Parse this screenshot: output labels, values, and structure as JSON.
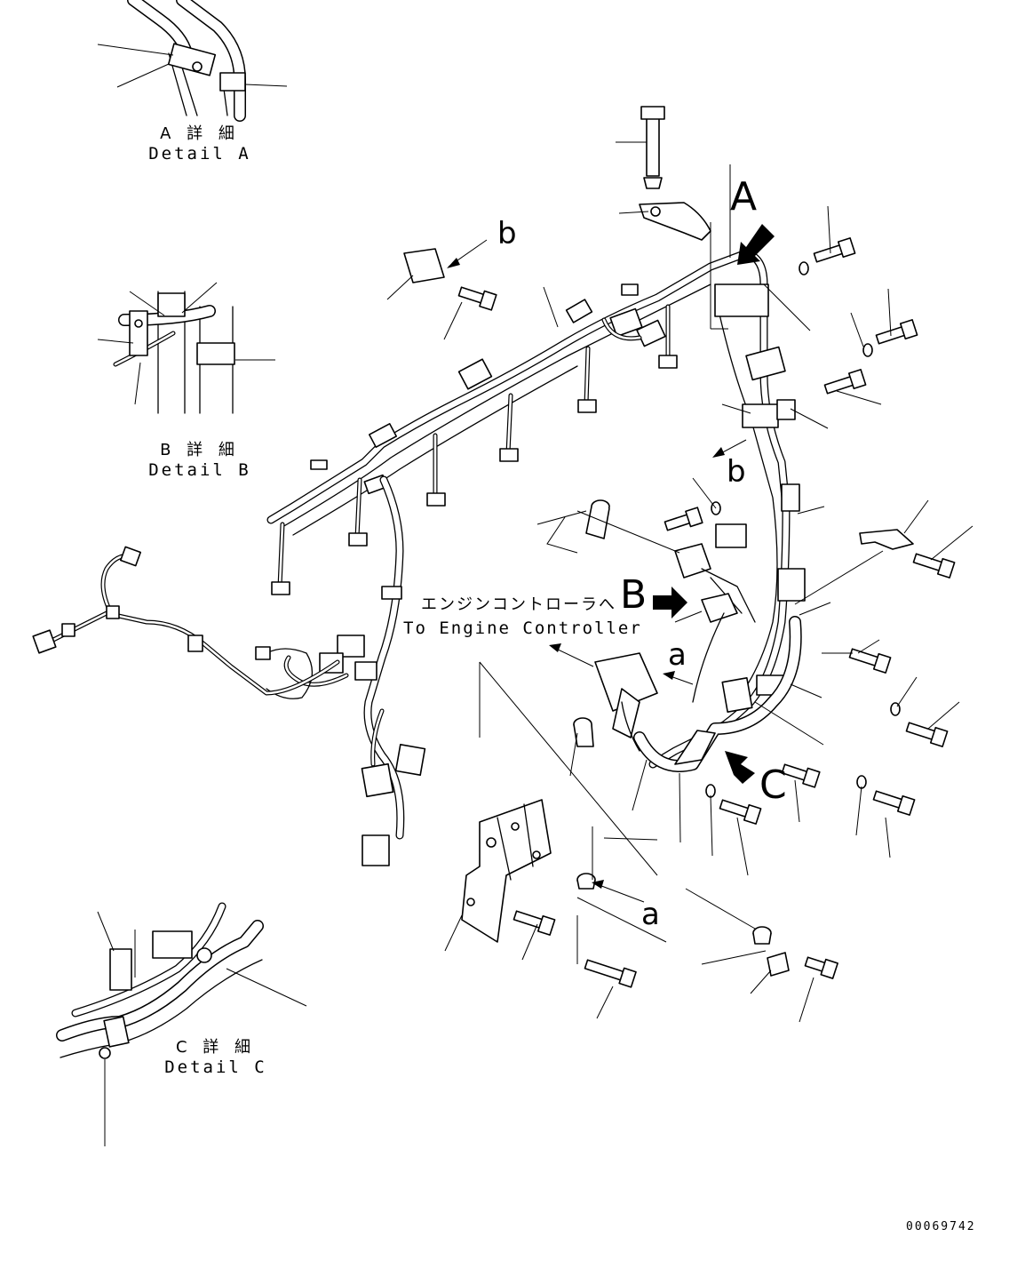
{
  "labels": {
    "detail_a_jp": "A 詳 細",
    "detail_a_en": "Detail A",
    "detail_b_jp": "B 詳 細",
    "detail_b_en": "Detail B",
    "detail_c_jp": "C 詳 細",
    "detail_c_en": "Detail C",
    "view_a": "A",
    "view_b": "B",
    "view_c": "C",
    "ref_b_upper": "b",
    "ref_b_lower": "b",
    "ref_a_upper": "a",
    "ref_a_lower": "a",
    "controller_jp": "エンジンコントローラへ",
    "controller_en": "To Engine Controller",
    "drawing_number": "00069742"
  }
}
